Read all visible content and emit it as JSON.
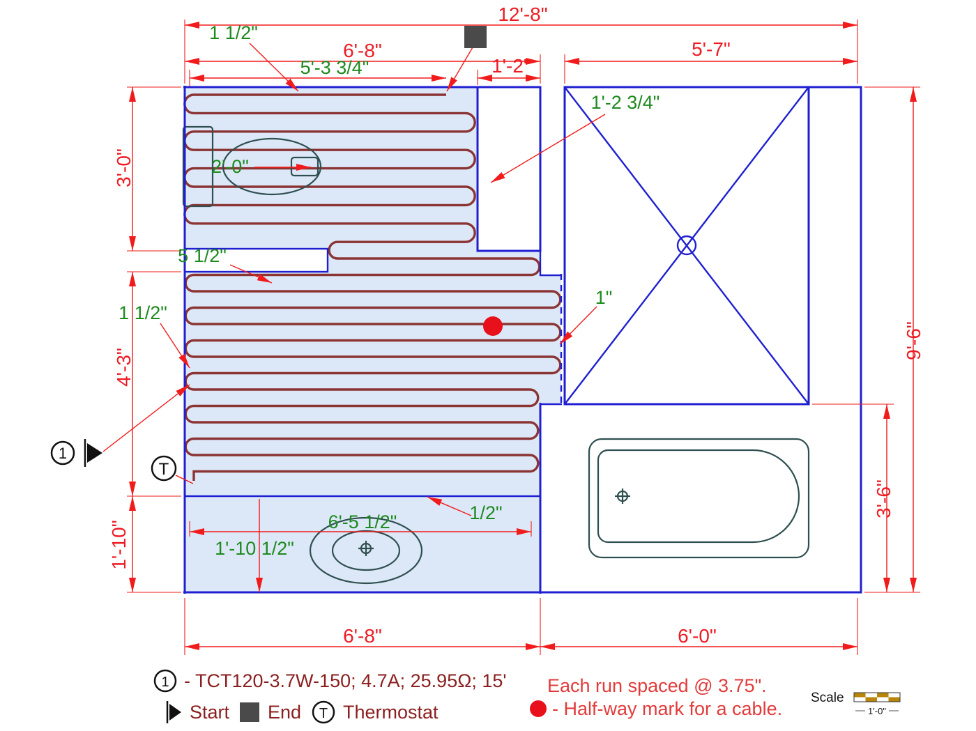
{
  "drawing": {
    "dims": {
      "total_width": "12'-8\"",
      "room_left_width_top": "6'-8\"",
      "cable_area_width": "5'-3 3/4\"",
      "vanity_width": "1'-2\"",
      "right_width": "5'-7\"",
      "top_cable_gap": "1 1/2\"",
      "vanity_depth": "1'-2 3/4\"",
      "toilet_width": "2'-0\"",
      "left_height_top": "3'-0\"",
      "notch_height": "5 1/2\"",
      "left_cable_gap": "1 1/2\"",
      "left_height_mid": "4'-3\"",
      "shower_gap": "1\"",
      "total_height": "9'-6\"",
      "tub_zone_height": "3'-6\"",
      "bottom_cable_gap": "1/2\"",
      "sink_zone_width": "6'-5 1/2\"",
      "sink_zone_height": "1'-10 1/2\"",
      "left_height_bottom": "1'-10\"",
      "room_left_width_bottom": "6'-8\"",
      "room_right_width_bottom": "6'-0\""
    },
    "markers": {
      "start_number": "1",
      "thermostat_letter": "T"
    },
    "legend": {
      "item_number": "1",
      "cable_spec": "- TCT120-3.7W-150; 4.7A; 25.95Ω; 15'",
      "start": "Start",
      "end": "End",
      "thermostat_symbol": "T",
      "thermostat": "Thermostat",
      "spacing_note": "Each run spaced @ 3.75\".",
      "halfway_note": "- Half-way mark for a cable.",
      "scale_label": "Scale",
      "scale_unit": "1'-0\""
    }
  }
}
